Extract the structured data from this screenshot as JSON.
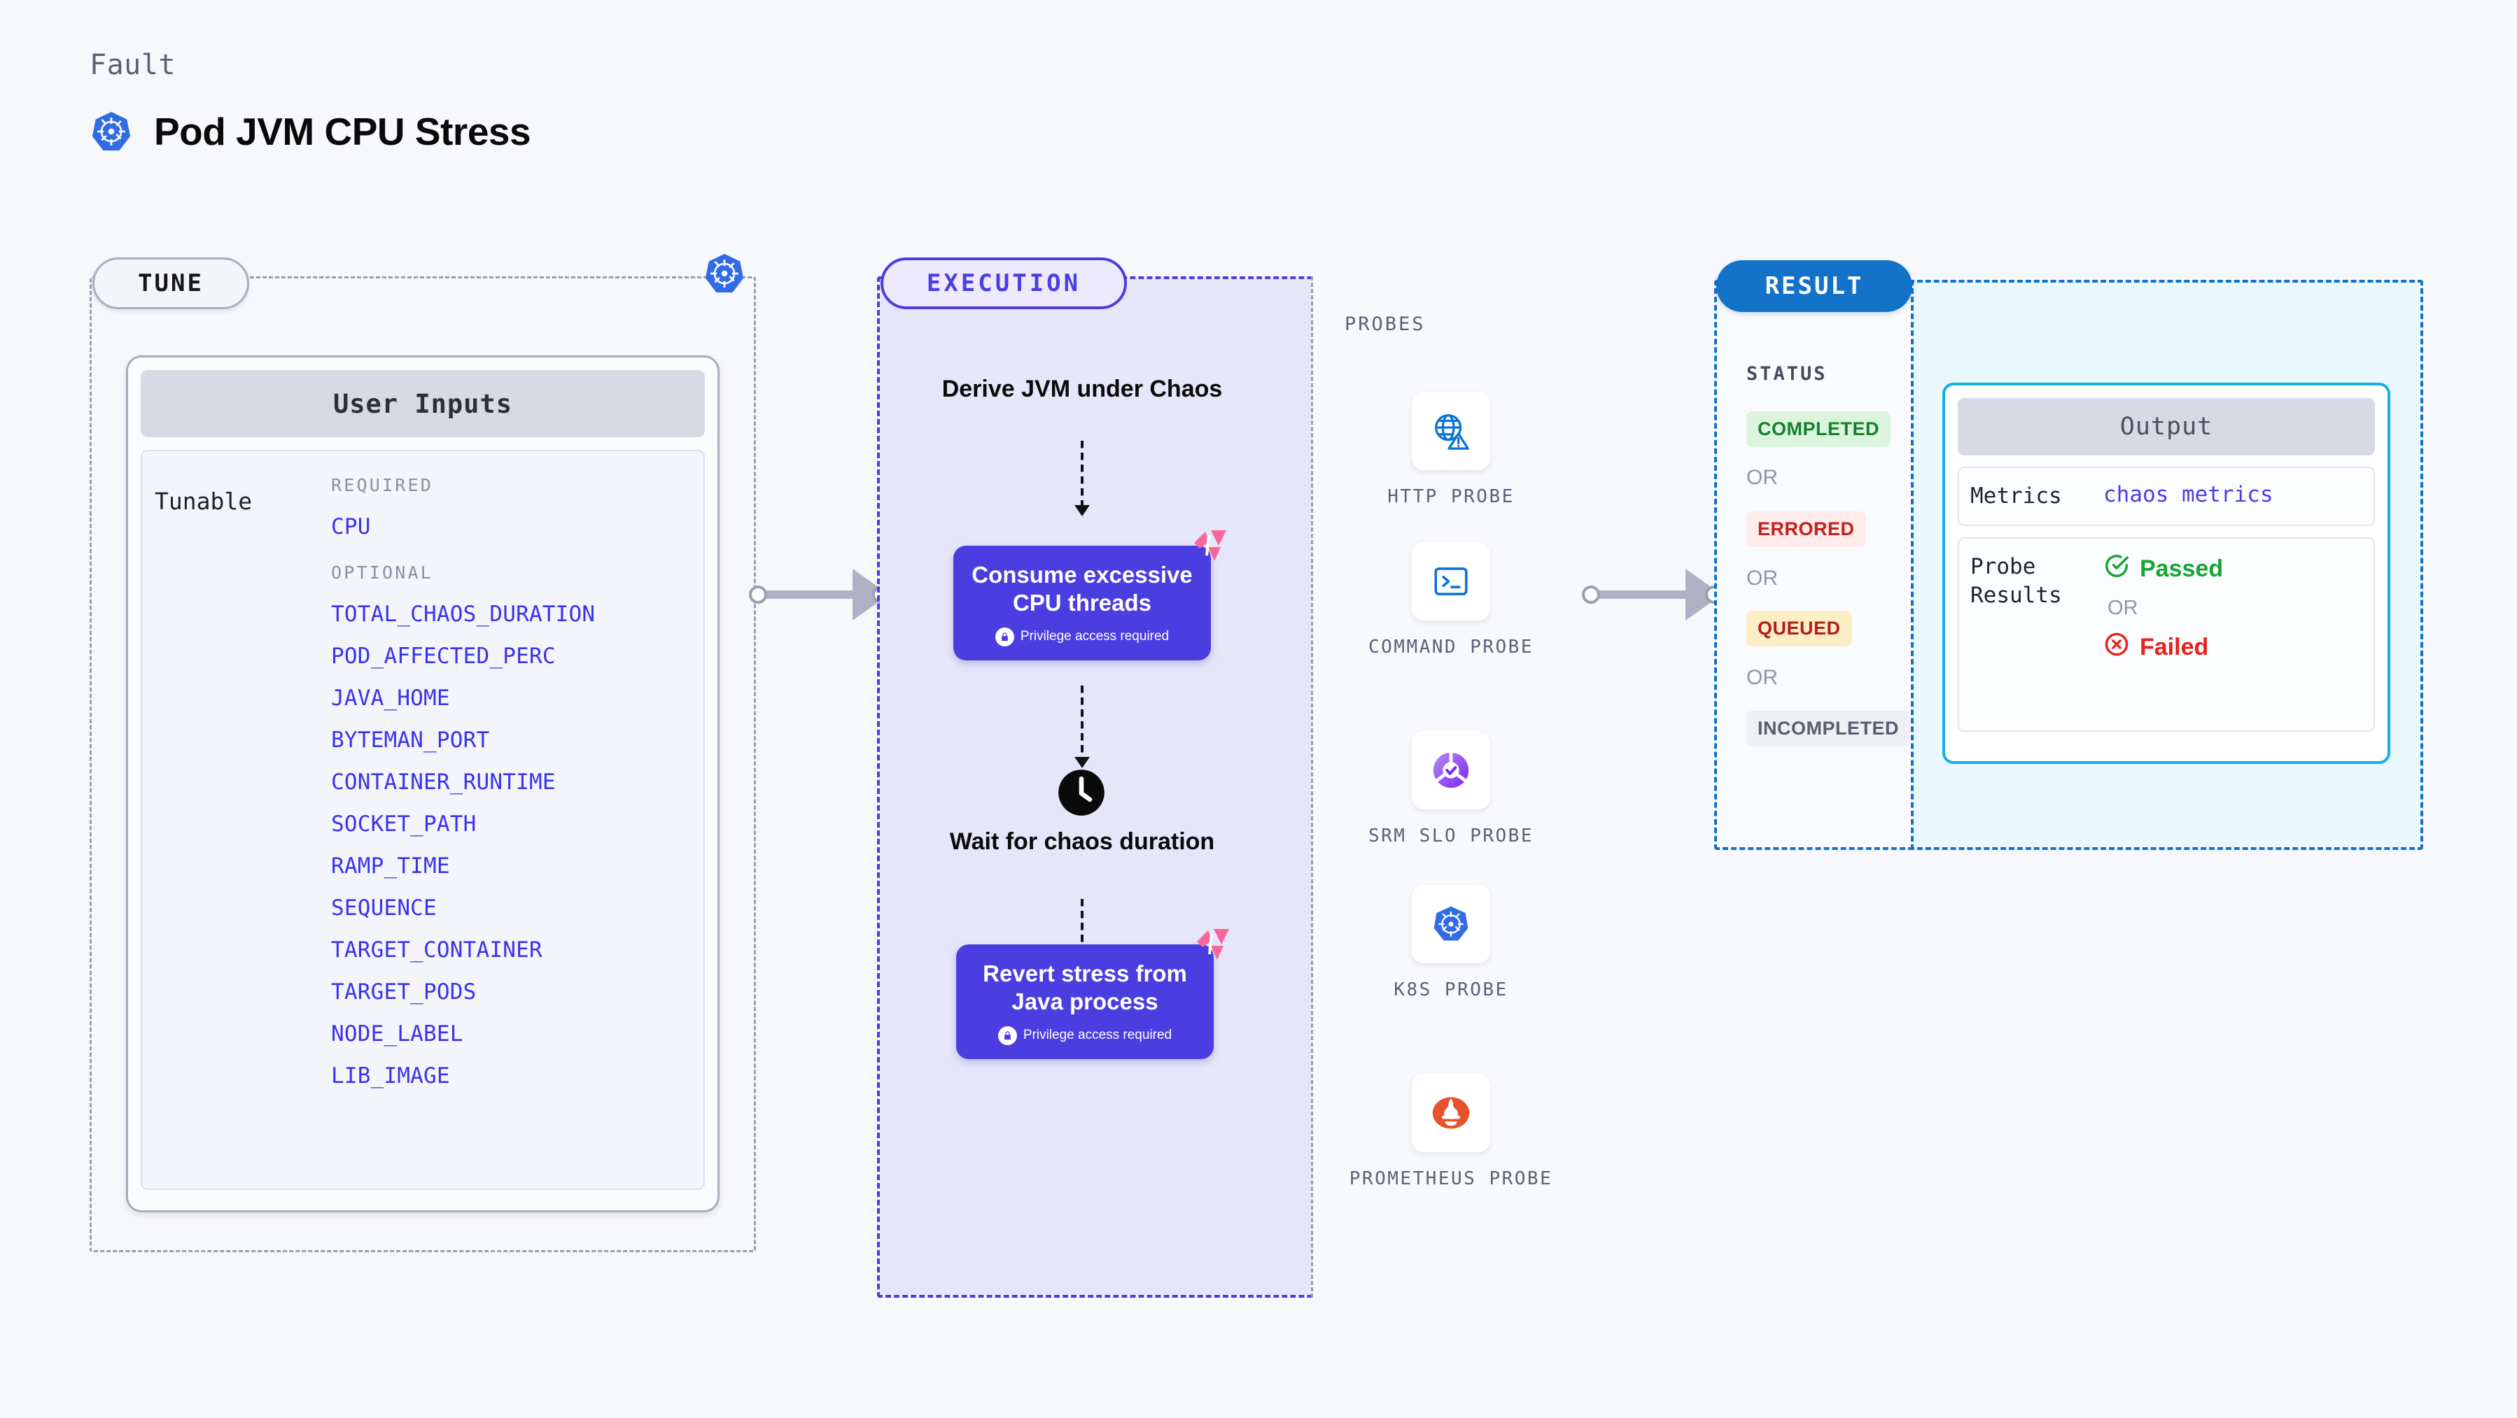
{
  "header": {
    "kicker": "Fault",
    "title": "Pod JVM CPU Stress",
    "logo_icon": "kubernetes-icon"
  },
  "tune": {
    "badge": "TUNE",
    "k8s_icon": "kubernetes-icon",
    "card_title": "User Inputs",
    "tunable_label": "Tunable",
    "required_heading": "REQUIRED",
    "optional_heading": "OPTIONAL",
    "required_params": [
      "CPU"
    ],
    "optional_params": [
      "TOTAL_CHAOS_DURATION",
      "POD_AFFECTED_PERC",
      "JAVA_HOME",
      "BYTEMAN_PORT",
      "CONTAINER_RUNTIME",
      "SOCKET_PATH",
      "RAMP_TIME",
      "SEQUENCE",
      "TARGET_CONTAINER",
      "TARGET_PODS",
      "NODE_LABEL",
      "LIB_IMAGE"
    ],
    "param_color": "#3b33ea"
  },
  "execution": {
    "badge": "EXECUTION",
    "accent_color": "#4a3ee0",
    "steps": [
      {
        "type": "text",
        "label": "Derive JVM under Chaos"
      },
      {
        "type": "card",
        "label": "Consume excessive CPU threads",
        "note": "Privilege access required",
        "note_icon": "lock-icon",
        "badge_icon": "litmus-icon"
      },
      {
        "type": "text",
        "label": "Wait for chaos duration",
        "icon": "clock-icon"
      },
      {
        "type": "card",
        "label": "Revert stress from Java process",
        "note": "Privilege access required",
        "note_icon": "lock-icon",
        "badge_icon": "litmus-icon"
      }
    ]
  },
  "probes": {
    "label": "PROBES",
    "items": [
      {
        "name": "HTTP PROBE",
        "icon": "http-probe-icon"
      },
      {
        "name": "COMMAND PROBE",
        "icon": "command-probe-icon"
      },
      {
        "name": "SRM SLO PROBE",
        "icon": "srm-slo-probe-icon"
      },
      {
        "name": "K8S PROBE",
        "icon": "kubernetes-icon"
      },
      {
        "name": "PROMETHEUS PROBE",
        "icon": "prometheus-icon"
      }
    ]
  },
  "result": {
    "badge": "RESULT",
    "badge_color": "#1272c8",
    "status_label": "STATUS",
    "or_label": "OR",
    "statuses": [
      {
        "label": "COMPLETED",
        "text_color": "#14822b",
        "bg_color": "#dcf4dd"
      },
      {
        "label": "ERRORED",
        "text_color": "#c2201a",
        "bg_color": "#fdeceb"
      },
      {
        "label": "QUEUED",
        "text_color": "#b21f16",
        "bg_color": "#fdeec6"
      },
      {
        "label": "INCOMPLETED",
        "text_color": "#585d70",
        "bg_color": "#eef0f5"
      }
    ],
    "output": {
      "title": "Output",
      "metrics_key": "Metrics",
      "metrics_value": "chaos metrics",
      "probe_results_key": "Probe Results",
      "passed_label": "Passed",
      "passed_icon": "check-circle-icon",
      "failed_label": "Failed",
      "failed_icon": "x-circle-icon",
      "or_label": "OR"
    }
  }
}
